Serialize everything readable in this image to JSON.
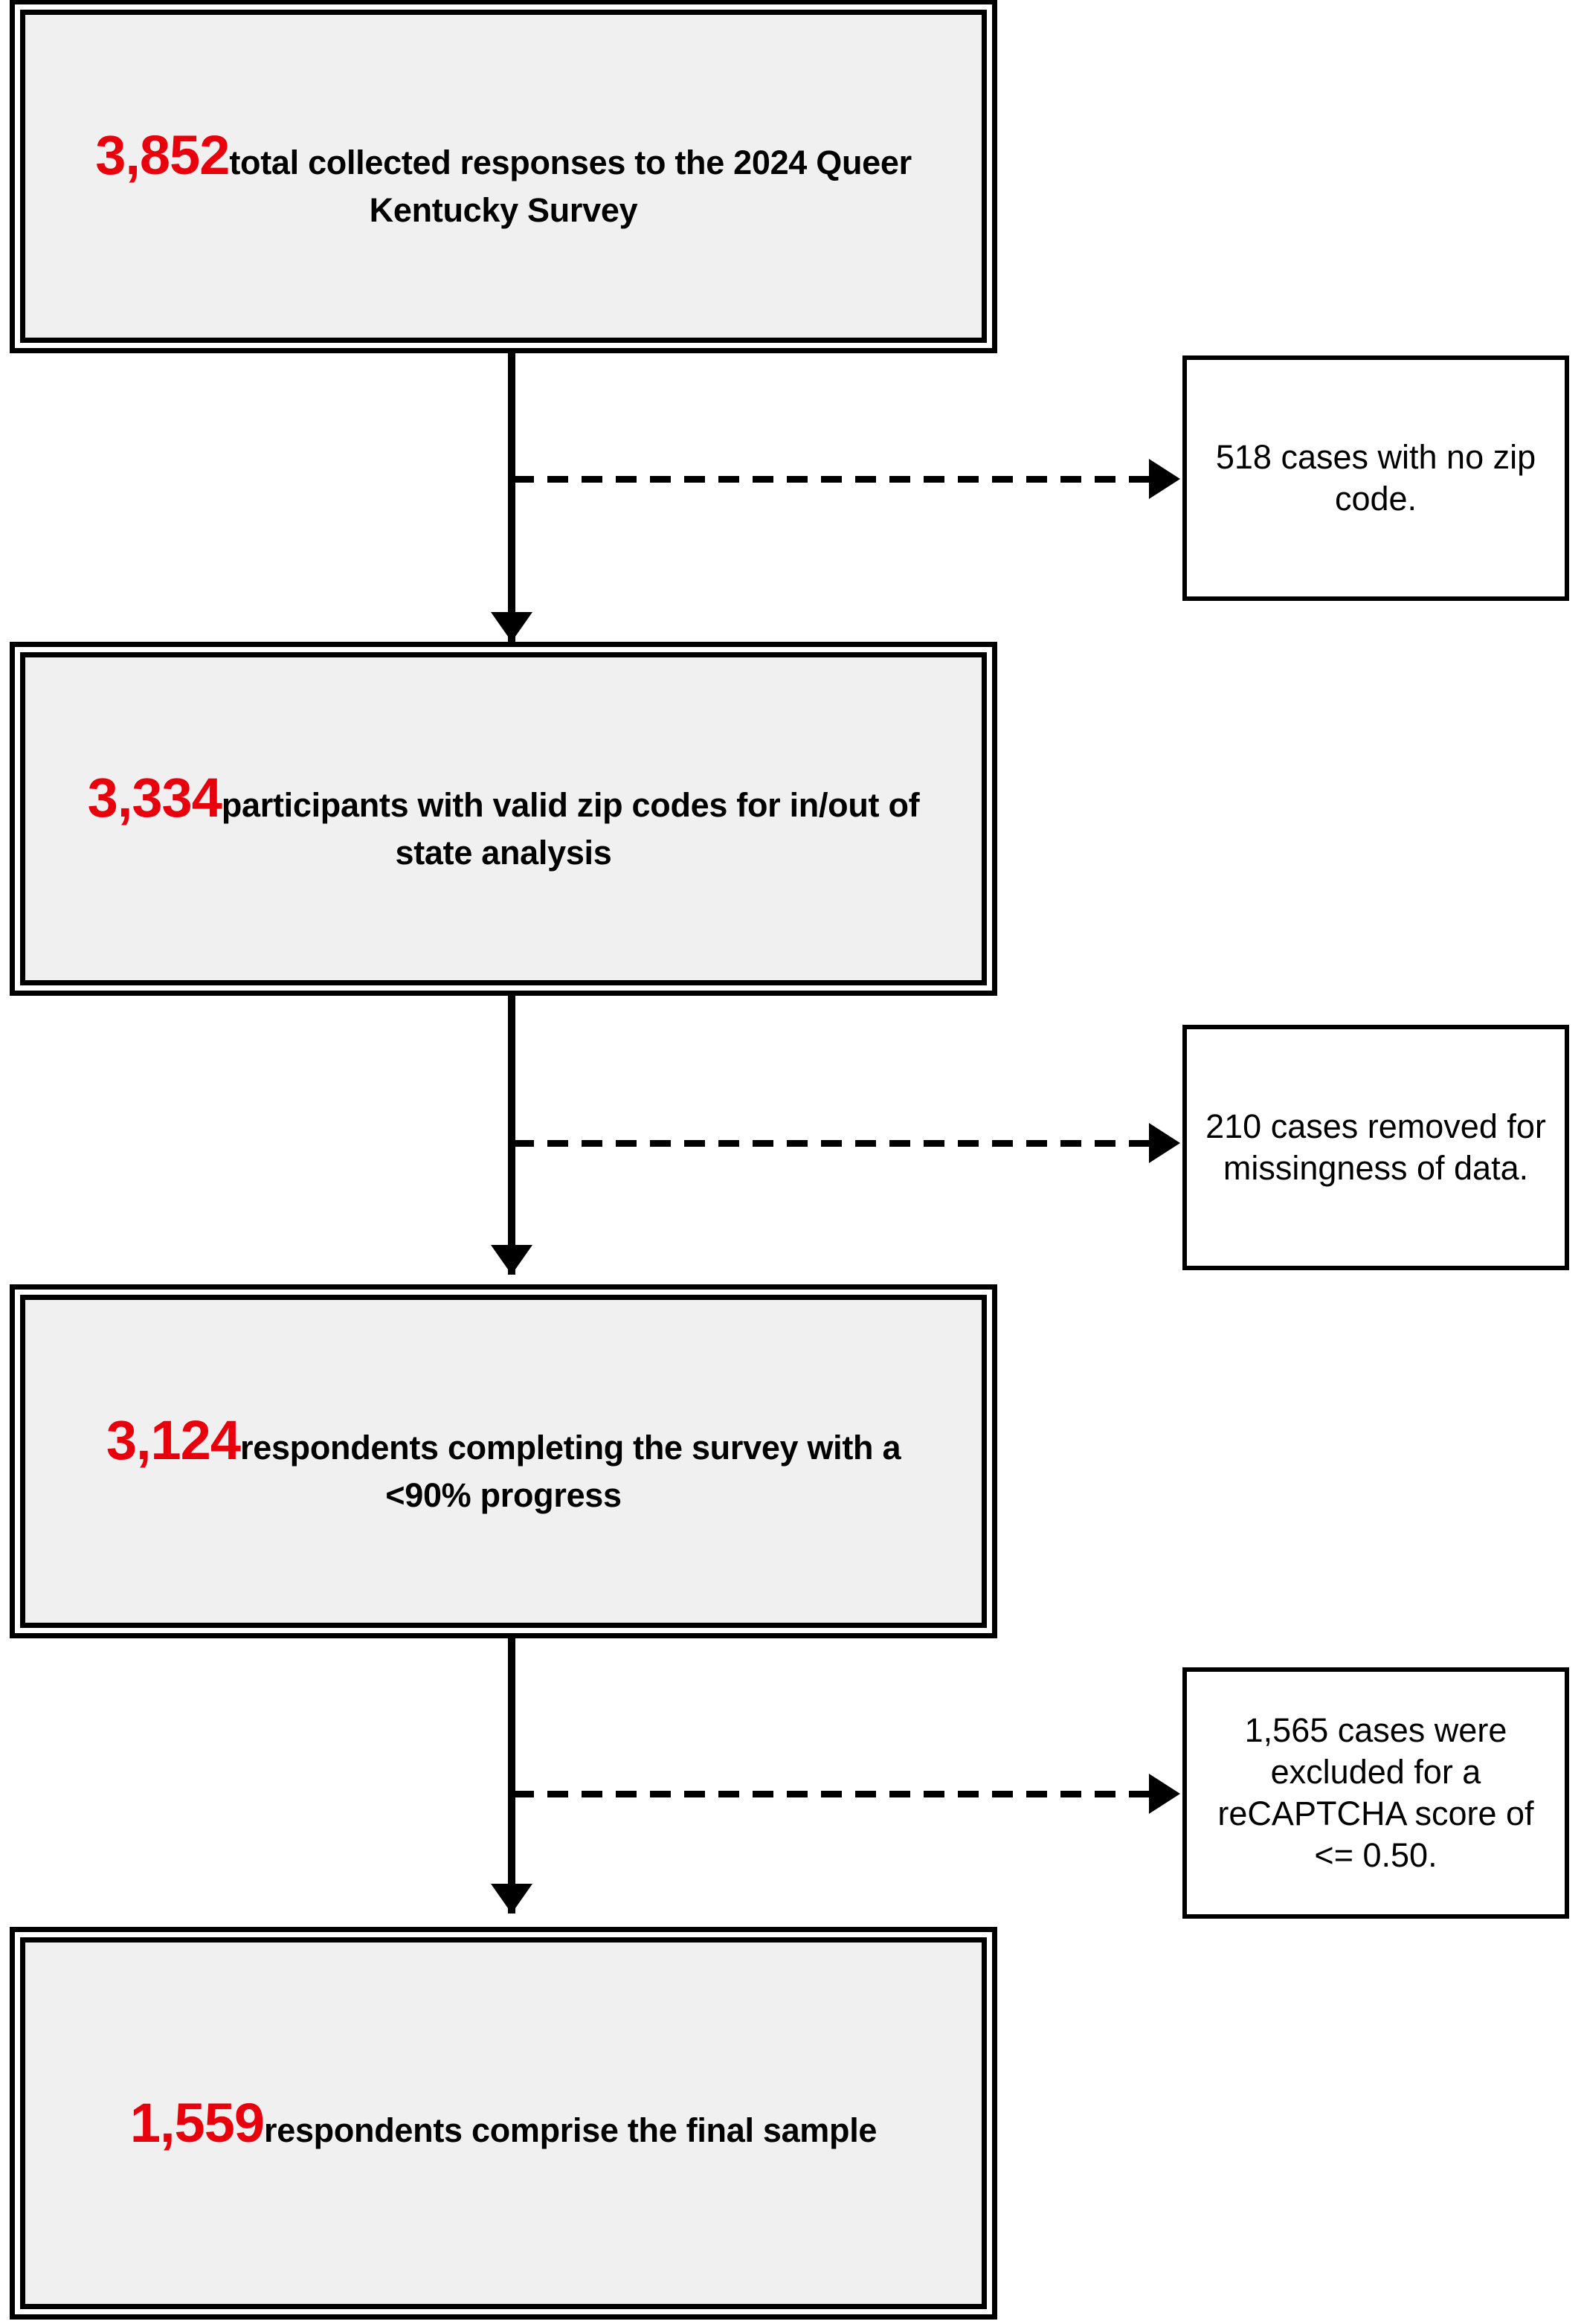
{
  "diagram": {
    "title": "Queer Kentucky Survey sample flow diagram",
    "accent_color": "#e8000d",
    "box_fill_color": "#f0f0f0",
    "line_color": "#000000"
  },
  "main_boxes": [
    {
      "count": "3,852",
      "description": "total collected responses to the 2024 Queer Kentucky Survey"
    },
    {
      "count": "3,334",
      "description": "participants with valid zip codes for in/out of state analysis"
    },
    {
      "count": "3,124",
      "description": "respondents completing the survey with a <90% progress"
    },
    {
      "count": "1,559",
      "description": "respondents comprise the final sample"
    }
  ],
  "side_boxes": [
    {
      "text": "518 cases with no zip code."
    },
    {
      "text": "210 cases removed for missingness of data."
    },
    {
      "text": "1,565 cases were excluded for a reCAPTCHA score of <= 0.50."
    }
  ]
}
